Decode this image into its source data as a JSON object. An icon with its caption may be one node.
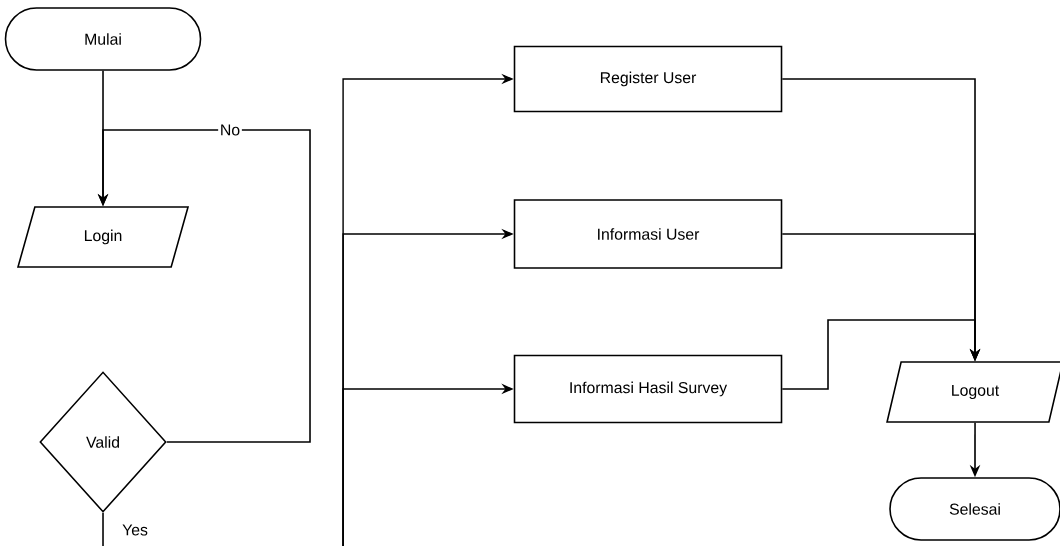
{
  "diagram": {
    "nodes": [
      {
        "text": [
          "Mulai"
        ]
      },
      {
        "text": [
          "Login"
        ]
      },
      {
        "text": [
          "Valid"
        ]
      },
      {
        "text": [
          "Register User"
        ]
      },
      {
        "text": [
          "Informasi User"
        ]
      },
      {
        "text": [
          "Informasi Hasil Survey"
        ]
      },
      {
        "text": [
          "Logout"
        ]
      },
      {
        "text": [
          "Selesai"
        ]
      }
    ],
    "edges": [
      {
        "from": 0,
        "to": 1,
        "arrow": "to"
      },
      {
        "from": 2,
        "to": 1,
        "arrow": "to",
        "label": "No"
      },
      {
        "from": 2,
        "to": null,
        "arrow": "none",
        "label": "Yes"
      },
      {
        "from": null,
        "to": 3,
        "arrow": "to"
      },
      {
        "from": null,
        "to": 4,
        "arrow": "to"
      },
      {
        "from": null,
        "to": 5,
        "arrow": "to"
      },
      {
        "from": 3,
        "to": 6,
        "arrow": "to"
      },
      {
        "from": 4,
        "to": 6,
        "arrow": "to"
      },
      {
        "from": 5,
        "to": 6,
        "arrow": "to"
      },
      {
        "from": 6,
        "to": 7,
        "arrow": "to"
      }
    ]
  }
}
